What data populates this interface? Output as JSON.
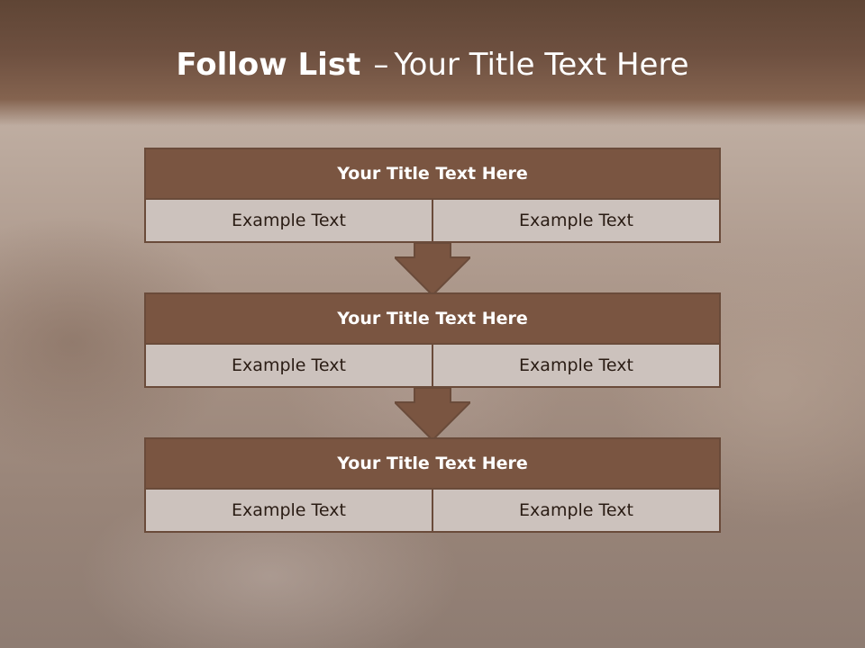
{
  "title": {
    "bold": "Follow List",
    "separator": "–",
    "rest": "Your Title Text Here"
  },
  "steps": [
    {
      "title": "Your Title Text Here",
      "cells": [
        "Example Text",
        "Example Text"
      ]
    },
    {
      "title": "Your Title Text Here",
      "cells": [
        "Example Text",
        "Example Text"
      ]
    },
    {
      "title": "Your Title Text Here",
      "cells": [
        "Example Text",
        "Example Text"
      ]
    }
  ],
  "colors": {
    "header_fill": "#7a5541",
    "border": "#6a4b3a",
    "cell_fill": "#ccc2bd",
    "arrow_fill": "#7a5541"
  }
}
